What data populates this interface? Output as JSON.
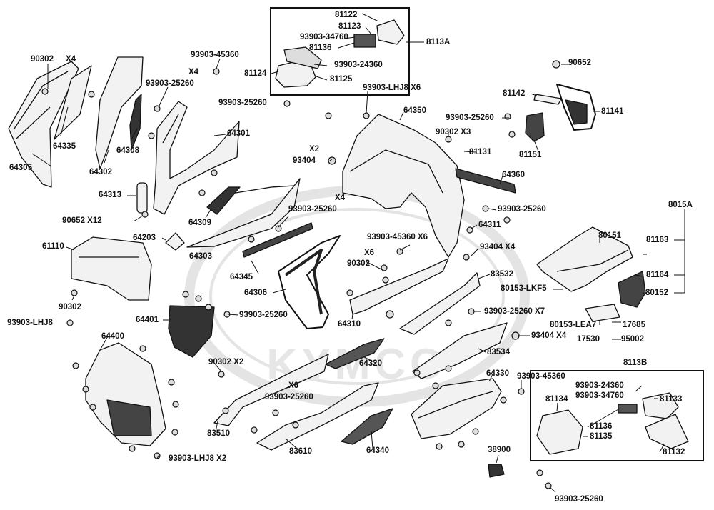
{
  "watermark": "KYMCO",
  "colors": {
    "line": "#111111",
    "part_fill": "#f2f2f2",
    "dark_fill": "#3a3a3a",
    "watermark": "#e4e4e4"
  },
  "labels": {
    "l81122": "81122",
    "l81123": "81123",
    "l93903_34760a": "93903-34760",
    "l81136a": "81136",
    "l8113A": "8113A",
    "l81124": "81124",
    "l93903_24360a": "93903-24360",
    "l81125": "81125",
    "l90302x4_num": "90302",
    "l90302x4_x": "X4",
    "l93903_45360a": "93903-45360",
    "l_x4a": "X4",
    "l93903_25260a": "93903-25260",
    "l64335": "64335",
    "l64308": "64308",
    "l64305": "64305",
    "l64302": "64302",
    "l64301": "64301",
    "l93903_LHJ8x6": "93903-LHJ8 X6",
    "l93903_25260b": "93903-25260",
    "l64350": "64350",
    "l93903_25260c": "93903-25260",
    "l90302x3": "90302  X3",
    "l81131": "81131",
    "l90652a": "90652",
    "l81142": "81142",
    "l81141": "81141",
    "l81151": "81151",
    "l_x2a": "X2",
    "l93404a": "93404",
    "l64360": "64360",
    "l64313": "64313",
    "l_x4b": "X4",
    "l93903_25260d": "93903-25260",
    "l8015A": "8015A",
    "l90652x12": "90652  X12",
    "l93903_25260e": "93903-25260",
    "l64309": "64309",
    "l64311": "64311",
    "l80151": "80151",
    "l81163": "81163",
    "l61110": "61110",
    "l64203": "64203",
    "l64303": "64303",
    "l93903_45360x6": "93903-45360 X6",
    "l93404x4a": "93404   X4",
    "l81164": "81164",
    "l_x6a": "X6",
    "l90302b": "90302",
    "l83532": "83532",
    "l80153_LKF5": "80153-LKF5",
    "l80152": "80152",
    "l64345": "64345",
    "l64306": "64306",
    "l90302c": "90302",
    "l64401": "64401",
    "l93903_25260f": "93903-25260",
    "l64310": "64310",
    "l93903_25260x7": "93903-25260 X7",
    "l80153_LEA7": "80153-LEA7",
    "l17685": "17685",
    "l93903_LHJ8a": "93903-LHJ8",
    "l93404x4b": "93404  X4",
    "l17530": "17530",
    "l95002": "95002",
    "l64400": "64400",
    "l83534": "83534",
    "l90302x2": "90302  X2",
    "l64320": "64320",
    "l8113B": "8113B",
    "l64330": "64330",
    "l93903_45360b": "93903-45360",
    "l93903_24360b": "93903-24360",
    "l_x6b": "X6",
    "l93903_34760b": "93903-34760",
    "l81134": "81134",
    "l81133": "81133",
    "l93903_25260g": "93903-25260",
    "l83510": "83510",
    "l81136b": "81136",
    "l81135": "81135",
    "l83610": "83610",
    "l64340": "64340",
    "l81132": "81132",
    "l38900": "38900",
    "l93903_LHJ8x2": "93903-LHJ8 X2",
    "l93903_25260h": "93903-25260"
  }
}
